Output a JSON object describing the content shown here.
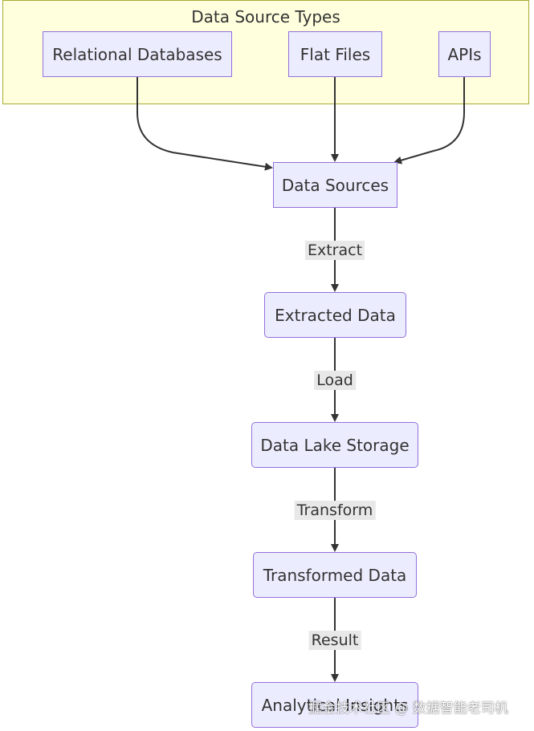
{
  "group": {
    "title": "Data Source Types",
    "nodes": {
      "relational": "Relational Databases",
      "flat_files": "Flat Files",
      "apis": "APIs"
    }
  },
  "nodes": {
    "data_sources": "Data Sources",
    "extracted": "Extracted Data",
    "lake": "Data Lake Storage",
    "transformed": "Transformed Data",
    "analytics": "Analytical Insights"
  },
  "edges": {
    "extract": "Extract",
    "load": "Load",
    "transform": "Transform",
    "result": "Result"
  },
  "watermark": "掘金技术社区 @ 数据智能老司机",
  "colors": {
    "node_fill": "#ececff",
    "node_border": "#9370db",
    "group_fill": "#ffffde",
    "group_border": "#aaaa33",
    "edge": "#333333",
    "label_bg": "#e8e8e8"
  }
}
